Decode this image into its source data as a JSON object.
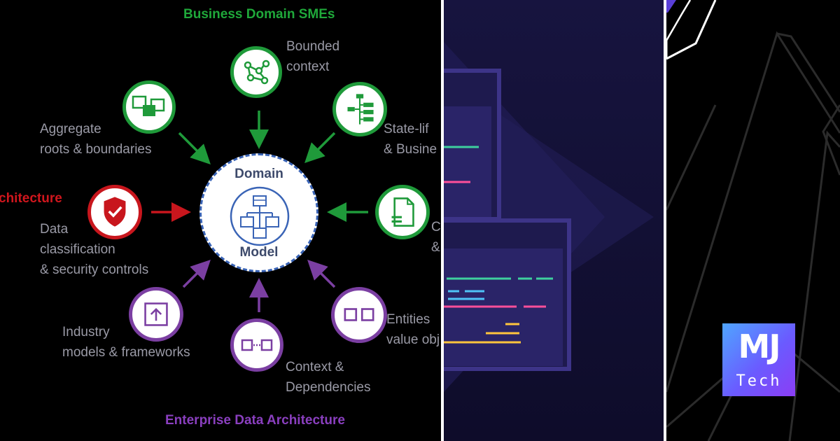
{
  "diagram": {
    "top_title": "Business Domain SMEs",
    "bottom_title": "Enterprise Data Architecture",
    "left_title": "chitecture",
    "center": {
      "line1": "Domain",
      "line2": "Model"
    },
    "nodes": {
      "bounded_context": "Bounded\ncontext",
      "aggregate_roots": "Aggregate\nroots & boundaries",
      "state_lifecycle": "State-lif\n& Busine",
      "right_partial": "C\n&",
      "data_classification": "Data\nclassification\n& security controls",
      "entities": "Entities\nvalue obj",
      "industry_models": "Industry\nmodels & frameworks",
      "context_dependencies": "Context &\nDependencies"
    },
    "colors": {
      "green": "#1f9a3a",
      "red": "#c8161d",
      "purple": "#7b3fa2",
      "blue": "#3a64b6",
      "label_gray": "#9a9aa6",
      "top_title": "#1fa83a",
      "left_title": "#d0161d",
      "bottom_title": "#8a3fbf"
    },
    "icons": [
      "graph-nodes-icon",
      "windows-icon",
      "flowchart-icon",
      "document-icon",
      "shield-check-icon",
      "two-boxes-icon",
      "box-upload-icon",
      "linked-boxes-icon",
      "hierarchy-icon"
    ]
  },
  "logo": {
    "line1": "MJ",
    "line2": "Tech"
  }
}
